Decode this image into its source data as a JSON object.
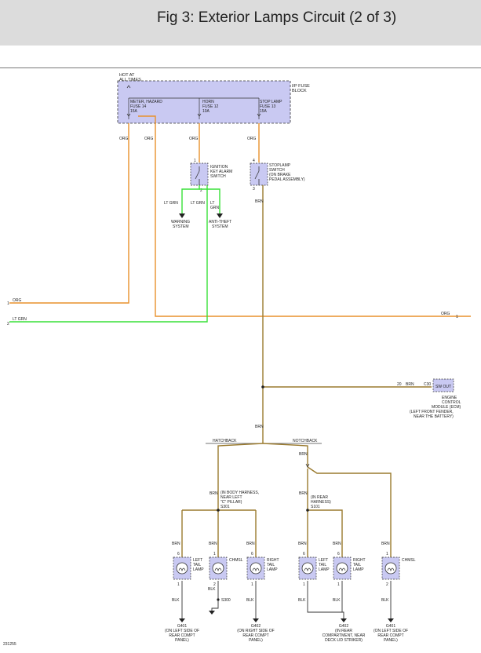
{
  "header": {
    "title": "Fig 3: Exterior Lamps Circuit (2 of 3)"
  },
  "colors": {
    "org": "#e8912c",
    "ltgrn": "#38e038",
    "brn": "#9a7a2e",
    "black": "#222222",
    "fuse_block": "#c9c9f2",
    "component": "#c9c9f2"
  },
  "fuse_block": {
    "hot": [
      "HOT AT",
      "ALL TIMES"
    ],
    "name": [
      "I/P FUSE",
      "BLOCK"
    ],
    "fuses": [
      {
        "lines": [
          "METER, HAZARD",
          "FUSE 14",
          "15A"
        ]
      },
      {
        "lines": [
          "HORN",
          "FUSE 12",
          "10A"
        ]
      },
      {
        "lines": [
          "STOP LAMP",
          "FUSE 13",
          "15A"
        ]
      }
    ]
  },
  "wire_labels": {
    "org": "ORG",
    "ltgrn": "LT GRN",
    "ltgrn_short": [
      "LT",
      "GRN"
    ],
    "brn": "BRN",
    "blk": "BLK"
  },
  "ignition_switch": {
    "lines": [
      "IGNITION",
      "KEY ALARM",
      "SWITCH"
    ],
    "pins": [
      "1",
      "2"
    ]
  },
  "stoplamp_switch": {
    "lines": [
      "STOPLAMP",
      "SWITCH",
      "(ON BRAKE",
      "PEDAL ASSEMBLY)"
    ],
    "pins": [
      "4",
      "3"
    ]
  },
  "warning_system": [
    "WARNING",
    "SYSTEM"
  ],
  "antitheft_system": [
    "ANTI-THEFT",
    "SYSTEM"
  ],
  "edge_pins": [
    "1",
    "2"
  ],
  "ecm": {
    "box_label": "SW OUT",
    "connector": "C30",
    "pin": "20",
    "lines": [
      "ENGINE",
      "CONTROL",
      "MODULE (ECM)",
      "(LEFT FRONT FENDER,",
      "NEAR THE BATTERY)"
    ]
  },
  "hatchback": "HATCHBACK",
  "notchback": "NOTCHBACK",
  "splice_s301_hatch": [
    "(IN BODY HARNESS,",
    "NEAR LEFT",
    "\"C\" PILLAR)",
    "S301"
  ],
  "splice_s301_notch": [
    "(IN REAR",
    "HARNESS)",
    "S101"
  ],
  "lamps": [
    {
      "lines": [
        "LEFT",
        "TAIL",
        "LAMP"
      ],
      "top_pin": "6",
      "bottom_pin": "1"
    },
    {
      "lines": [
        "CHMSL"
      ],
      "top_pin": "1",
      "bottom_pin": "2"
    },
    {
      "lines": [
        "RIGHT",
        "TAIL",
        "LAMP"
      ],
      "top_pin": "6",
      "bottom_pin": "1"
    },
    {
      "lines": [
        "LEFT",
        "TAIL",
        "LAMP"
      ],
      "top_pin": "6",
      "bottom_pin": "1"
    },
    {
      "lines": [
        "RIGHT",
        "TAIL",
        "LAMP"
      ],
      "top_pin": "6",
      "bottom_pin": "1"
    },
    {
      "lines": [
        "CHMSL"
      ],
      "top_pin": "1",
      "bottom_pin": "2"
    }
  ],
  "splice_s300": "S300",
  "grounds": [
    {
      "lines": [
        "G401",
        "(ON LEFT SIDE OF",
        "REAR COMPT",
        "PANEL)"
      ]
    },
    {
      "lines": [
        "G402",
        "(ON RIGHT SIDE OF",
        "REAR COMPT",
        "PANEL)"
      ]
    },
    {
      "lines": [
        "G402",
        "(IN REAR",
        "COMPARTMENT, NEAR",
        "DECK LID STRIKER)"
      ]
    },
    {
      "lines": [
        "G401",
        "(ON LEFT SIDE OF",
        "REAR COMPT",
        "PANEL)"
      ]
    }
  ],
  "figure_id": "231255"
}
